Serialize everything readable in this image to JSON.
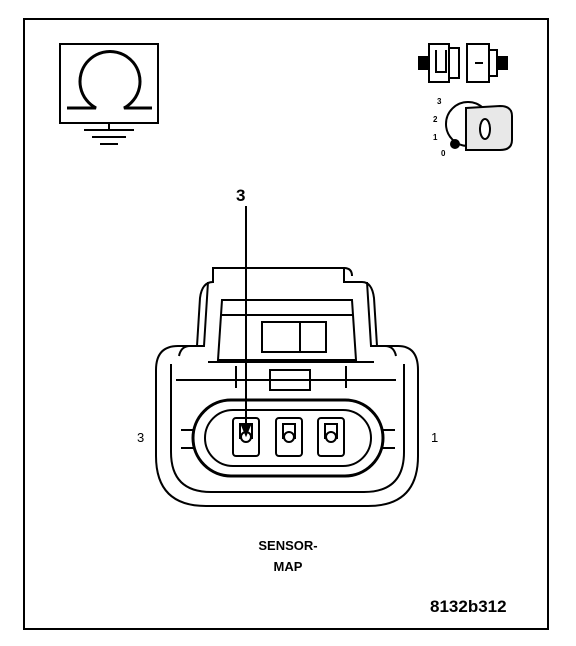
{
  "callout": {
    "pin": "3"
  },
  "pins": {
    "left": "3",
    "right": "1"
  },
  "connector": {
    "line1": "SENSOR-",
    "line2": "MAP"
  },
  "figure_id": "8132b312",
  "ignition": {
    "positions": [
      "3",
      "2",
      "1",
      "0"
    ]
  },
  "icons": {
    "meter": "ohmmeter-ground-icon",
    "connector": "disconnect-connector-icon",
    "key": "ignition-key-icon"
  },
  "colors": {
    "line": "#000000",
    "background": "#ffffff"
  }
}
